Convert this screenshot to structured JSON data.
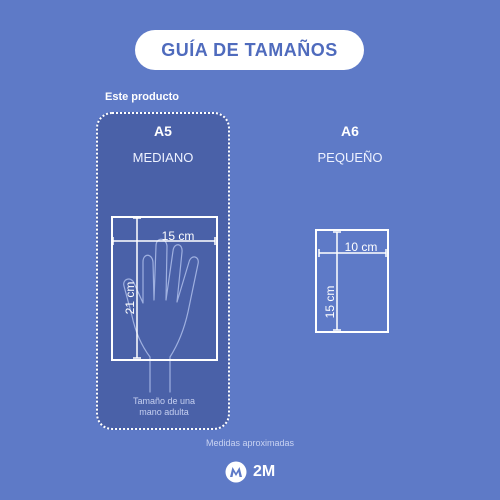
{
  "title": "GUÍA DE TAMAÑOS",
  "highlight_label": "Este producto",
  "sizes": [
    {
      "code": "A5",
      "name": "MEDIANO",
      "width_label": "15 cm",
      "height_label": "21 cm"
    },
    {
      "code": "A6",
      "name": "PEQUEÑO",
      "width_label": "10 cm",
      "height_label": "15 cm"
    }
  ],
  "hand_caption_line1": "Tamaño de una",
  "hand_caption_line2": "mano adulta",
  "footnote": "Medidas aproximadas",
  "brand": {
    "name": "2M",
    "icon": "brand-logo-icon"
  },
  "colors": {
    "background": "#5e7ac7",
    "card": "#4a61a8",
    "pill_text": "#4f6bbd",
    "line": "#ffffff"
  }
}
